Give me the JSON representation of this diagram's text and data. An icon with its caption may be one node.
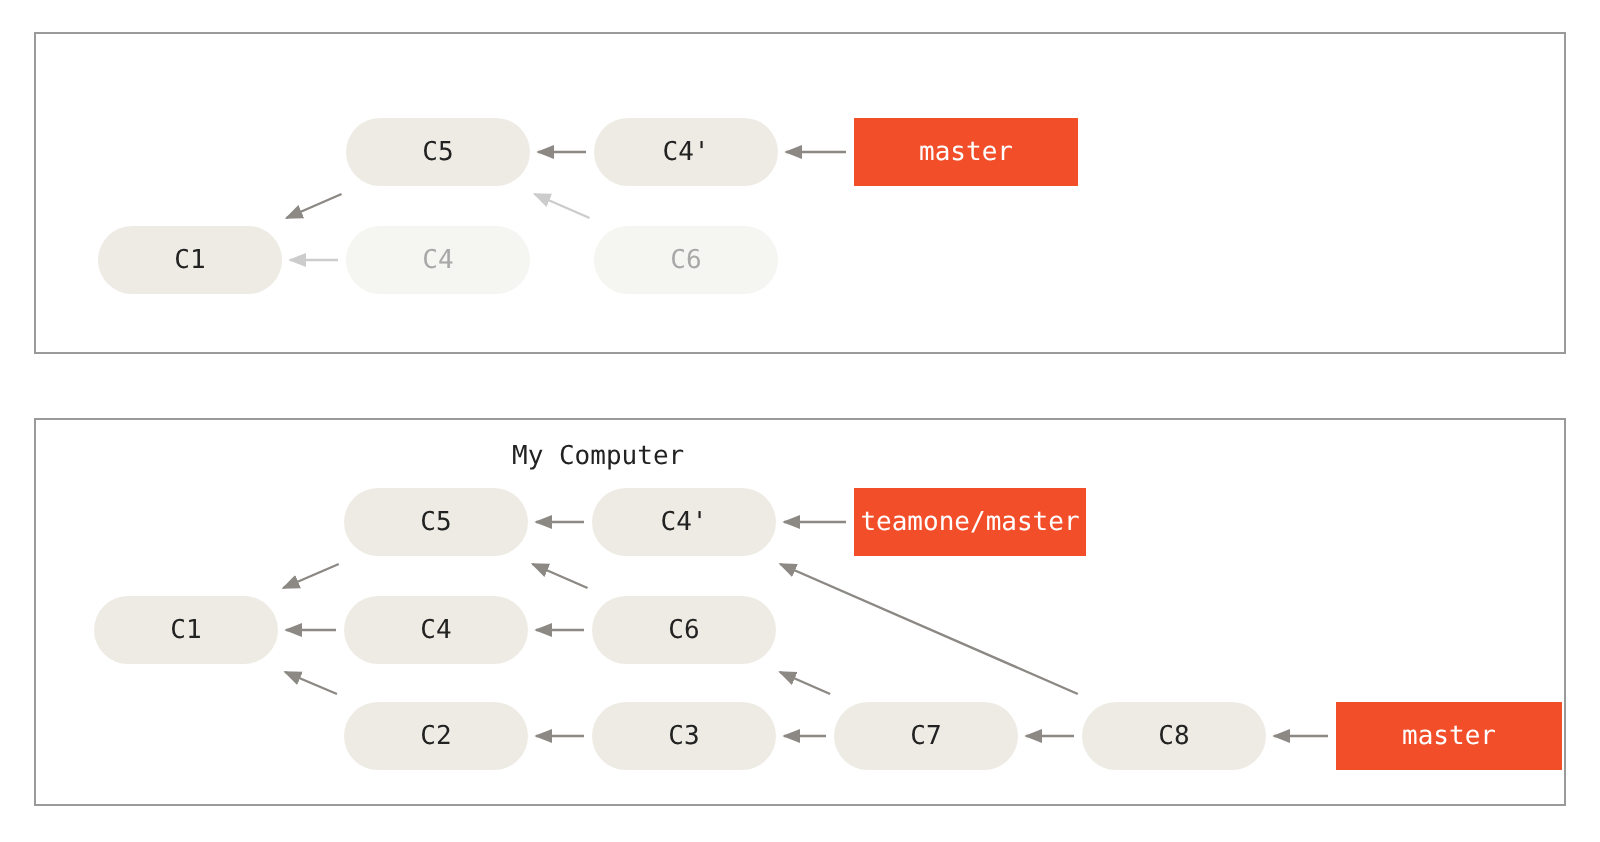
{
  "diagram": {
    "nodes": [
      {
        "text": [],
        "shape": "box"
      },
      {
        "text": [
          "C5"
        ],
        "in": 0
      },
      {
        "text": [
          "C4'"
        ],
        "in": 0
      },
      {
        "text": [
          "master"
        ],
        "in": 0
      },
      {
        "text": [
          "C1"
        ],
        "in": 0
      },
      {
        "text": [
          "C4"
        ],
        "in": 0
      },
      {
        "text": [
          "C6"
        ],
        "in": 0
      },
      {
        "text": [
          "My Computer"
        ]
      },
      {
        "text": [
          "C5"
        ],
        "in": 7
      },
      {
        "text": [
          "C4'"
        ],
        "in": 7
      },
      {
        "text": [
          "teamone/master"
        ],
        "in": 7
      },
      {
        "text": [
          "C1"
        ],
        "in": 7
      },
      {
        "text": [
          "C4"
        ],
        "in": 7
      },
      {
        "text": [
          "C6"
        ],
        "in": 7
      },
      {
        "text": [
          "C2"
        ],
        "in": 7
      },
      {
        "text": [
          "C3"
        ],
        "in": 7
      },
      {
        "text": [
          "C7"
        ],
        "in": 7
      },
      {
        "text": [
          "C8"
        ],
        "in": 7
      },
      {
        "text": [
          "master"
        ],
        "in": 7
      }
    ],
    "edges": [
      {
        "from": 2,
        "to": 1,
        "arrow": "to"
      },
      {
        "from": 3,
        "to": 2,
        "arrow": "to"
      },
      {
        "from": 1,
        "to": 4,
        "arrow": "to"
      },
      {
        "from": 5,
        "to": 4,
        "arrow": "to",
        "color": "#cccccc"
      },
      {
        "from": 6,
        "to": 1,
        "arrow": "to",
        "color": "#cccccc"
      },
      {
        "from": 9,
        "to": 8,
        "arrow": "to"
      },
      {
        "from": 10,
        "to": 9,
        "arrow": "to"
      },
      {
        "from": 8,
        "to": 11,
        "arrow": "to"
      },
      {
        "from": 12,
        "to": 11,
        "arrow": "to"
      },
      {
        "from": 13,
        "to": 12,
        "arrow": "to"
      },
      {
        "from": 13,
        "to": 8,
        "arrow": "to"
      },
      {
        "from": 14,
        "to": 11,
        "arrow": "to"
      },
      {
        "from": 15,
        "to": 14,
        "arrow": "to"
      },
      {
        "from": 16,
        "to": 15,
        "arrow": "to"
      },
      {
        "from": 16,
        "to": 13,
        "arrow": "to"
      },
      {
        "from": 17,
        "to": 16,
        "arrow": "to"
      },
      {
        "from": 17,
        "to": 9,
        "arrow": "to"
      },
      {
        "from": 18,
        "to": 17,
        "arrow": "to"
      }
    ]
  }
}
